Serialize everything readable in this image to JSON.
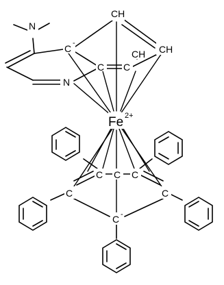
{
  "labels": {
    "dimethylamino": "N",
    "ring_nitrogen": "N",
    "iron": "Fe",
    "iron_charge": "2+",
    "carbanion_upper": "C",
    "carbanion_upper_charge": "-",
    "carbanion_lower": "C",
    "carbanion_lower_charge": "-",
    "cp_top": "CH",
    "cp_right": "CH",
    "cp_inner": "CH",
    "cp_c1": "C",
    "cp_c2": "C",
    "ph_c_left_upper": "C",
    "ph_c_mid_upper": "C",
    "ph_c_right_upper": "C",
    "ph_c_left": "C",
    "ph_c_right": "C"
  }
}
